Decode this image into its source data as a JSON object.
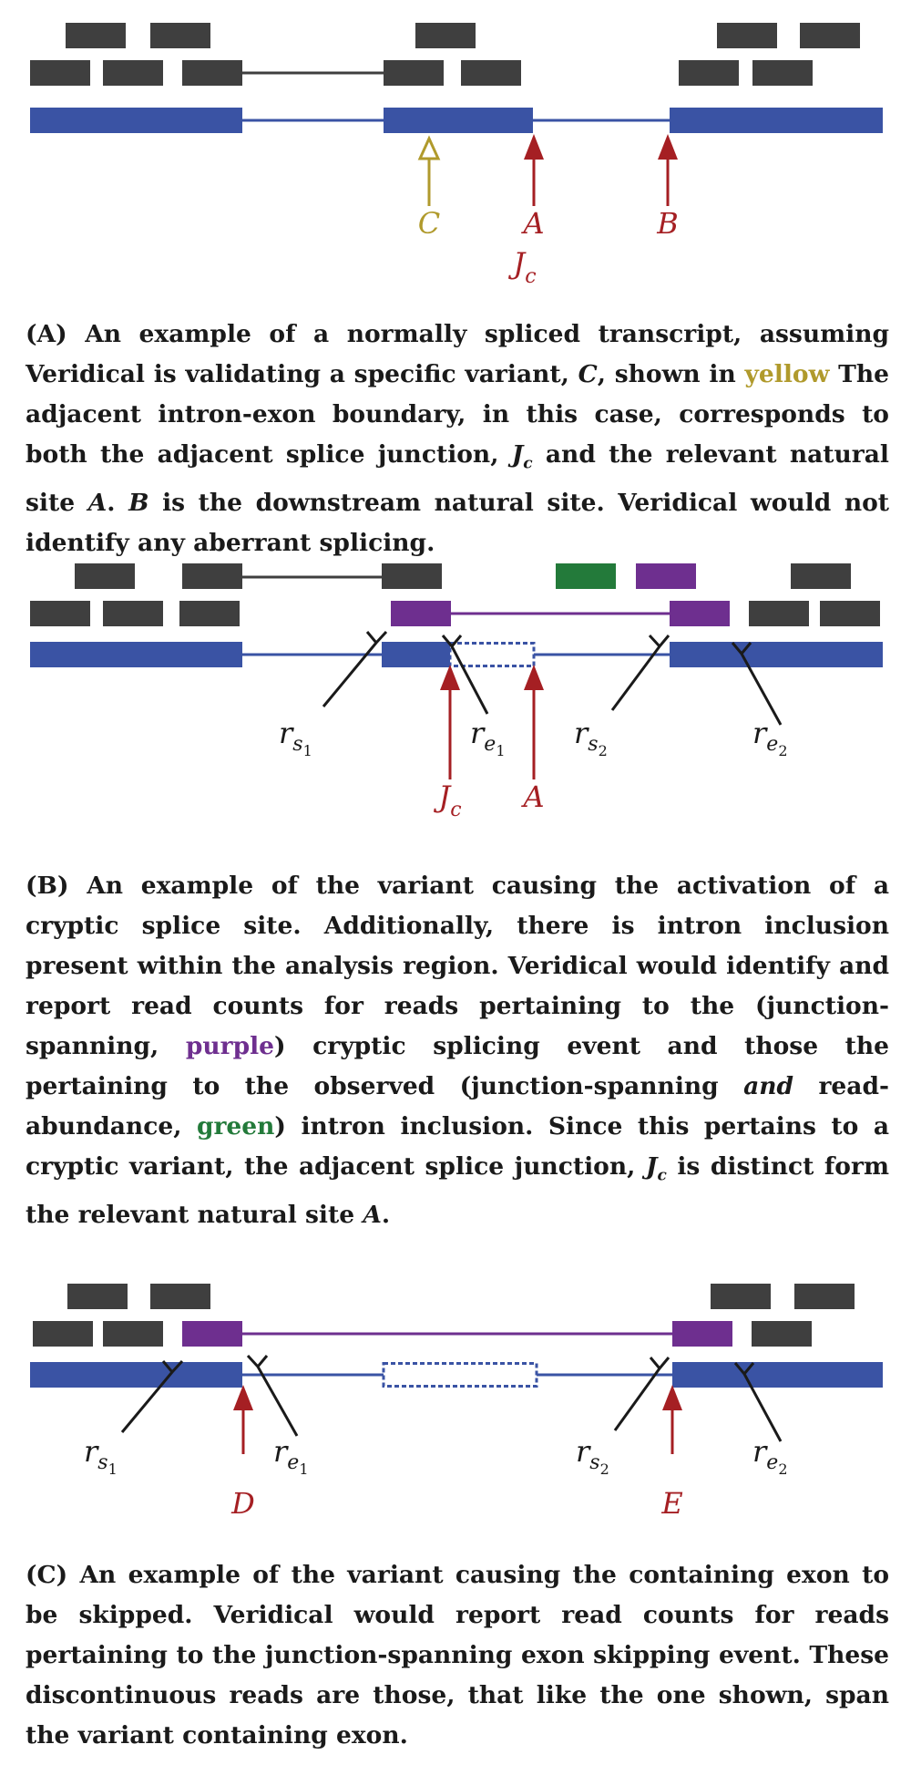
{
  "panel_a": {
    "labels": {
      "c": "C",
      "a": "A",
      "jc_base": "J",
      "jc_sub": "c"
    },
    "caption": {
      "tag_open": "(",
      "tag": "A",
      "tag_close": ")",
      "p1": " An example of a normally spliced transcript, assuming Veridical is validating a specific variant, ",
      "var": "C",
      "p2": ", shown in ",
      "yellow_word": "yellow",
      "p3": " The adjacent intron-exon boundary, in this case, corresponds to both the adjacent splice junction, ",
      "jc_base": "J",
      "jc_sub": "c",
      "p4": " and the relevant natural site ",
      "site_a": "A",
      "p5": ". ",
      "site_b": "B",
      "p6": " is the downstream natural site. Veridical would not identify any aberrant splicing."
    }
  },
  "panel_b": {
    "labels": {
      "rs1_base": "r",
      "rs1_sub": "s",
      "rs1_subsub": "1",
      "re1_base": "r",
      "re1_sub": "e",
      "re1_subsub": "1",
      "rs2_base": "r",
      "rs2_sub": "s",
      "rs2_subsub": "2",
      "re2_base": "r",
      "re2_sub": "e",
      "re2_subsub": "2",
      "jc_base": "J",
      "jc_sub": "c",
      "a": "A"
    },
    "caption": {
      "tag_open": "(",
      "tag": "B",
      "tag_close": ")",
      "p1": " An example of the variant causing the activation of a cryptic splice site. Additionally, there is intron inclusion present within the analysis region. Veridical would identify and report read counts for reads pertaining to the (junction-spanning, ",
      "purple_word": "purple",
      "p2": ") cryptic splicing event and those the pertaining to the observed (junction-spanning ",
      "and_word": "and",
      "p3": " read-abundance, ",
      "green_word": "green",
      "p4": ") intron inclusion. Since this pertains to a cryptic variant, the adjacent splice junction, ",
      "jc_base": "J",
      "jc_sub": "c",
      "p5": " is distinct form the relevant natural site ",
      "site_a": "A",
      "p6": "."
    }
  },
  "panel_c": {
    "labels": {
      "rs1_base": "r",
      "rs1_sub": "s",
      "rs1_subsub": "1",
      "re1_base": "r",
      "re1_sub": "e",
      "re1_subsub": "1",
      "rs2_base": "r",
      "rs2_sub": "s",
      "rs2_subsub": "2",
      "re2_base": "r",
      "re2_sub": "e",
      "re2_subsub": "2",
      "d": "D",
      "e": "E"
    },
    "caption": {
      "tag_open": "(",
      "tag": "C",
      "tag_close": ")",
      "p1": " An example of the variant causing the containing exon to be skipped. Veridical would report read counts for reads pertaining to the junction-spanning exon skipping event. These discontinuous reads are those, that like the one shown, span the variant containing exon."
    }
  },
  "colors": {
    "exon": "#3a53a4",
    "read": "#3f3f3f",
    "purple": "#6e2f8f",
    "green": "#237a3a",
    "red": "#a51f23",
    "yellow": "#b09a2c"
  }
}
